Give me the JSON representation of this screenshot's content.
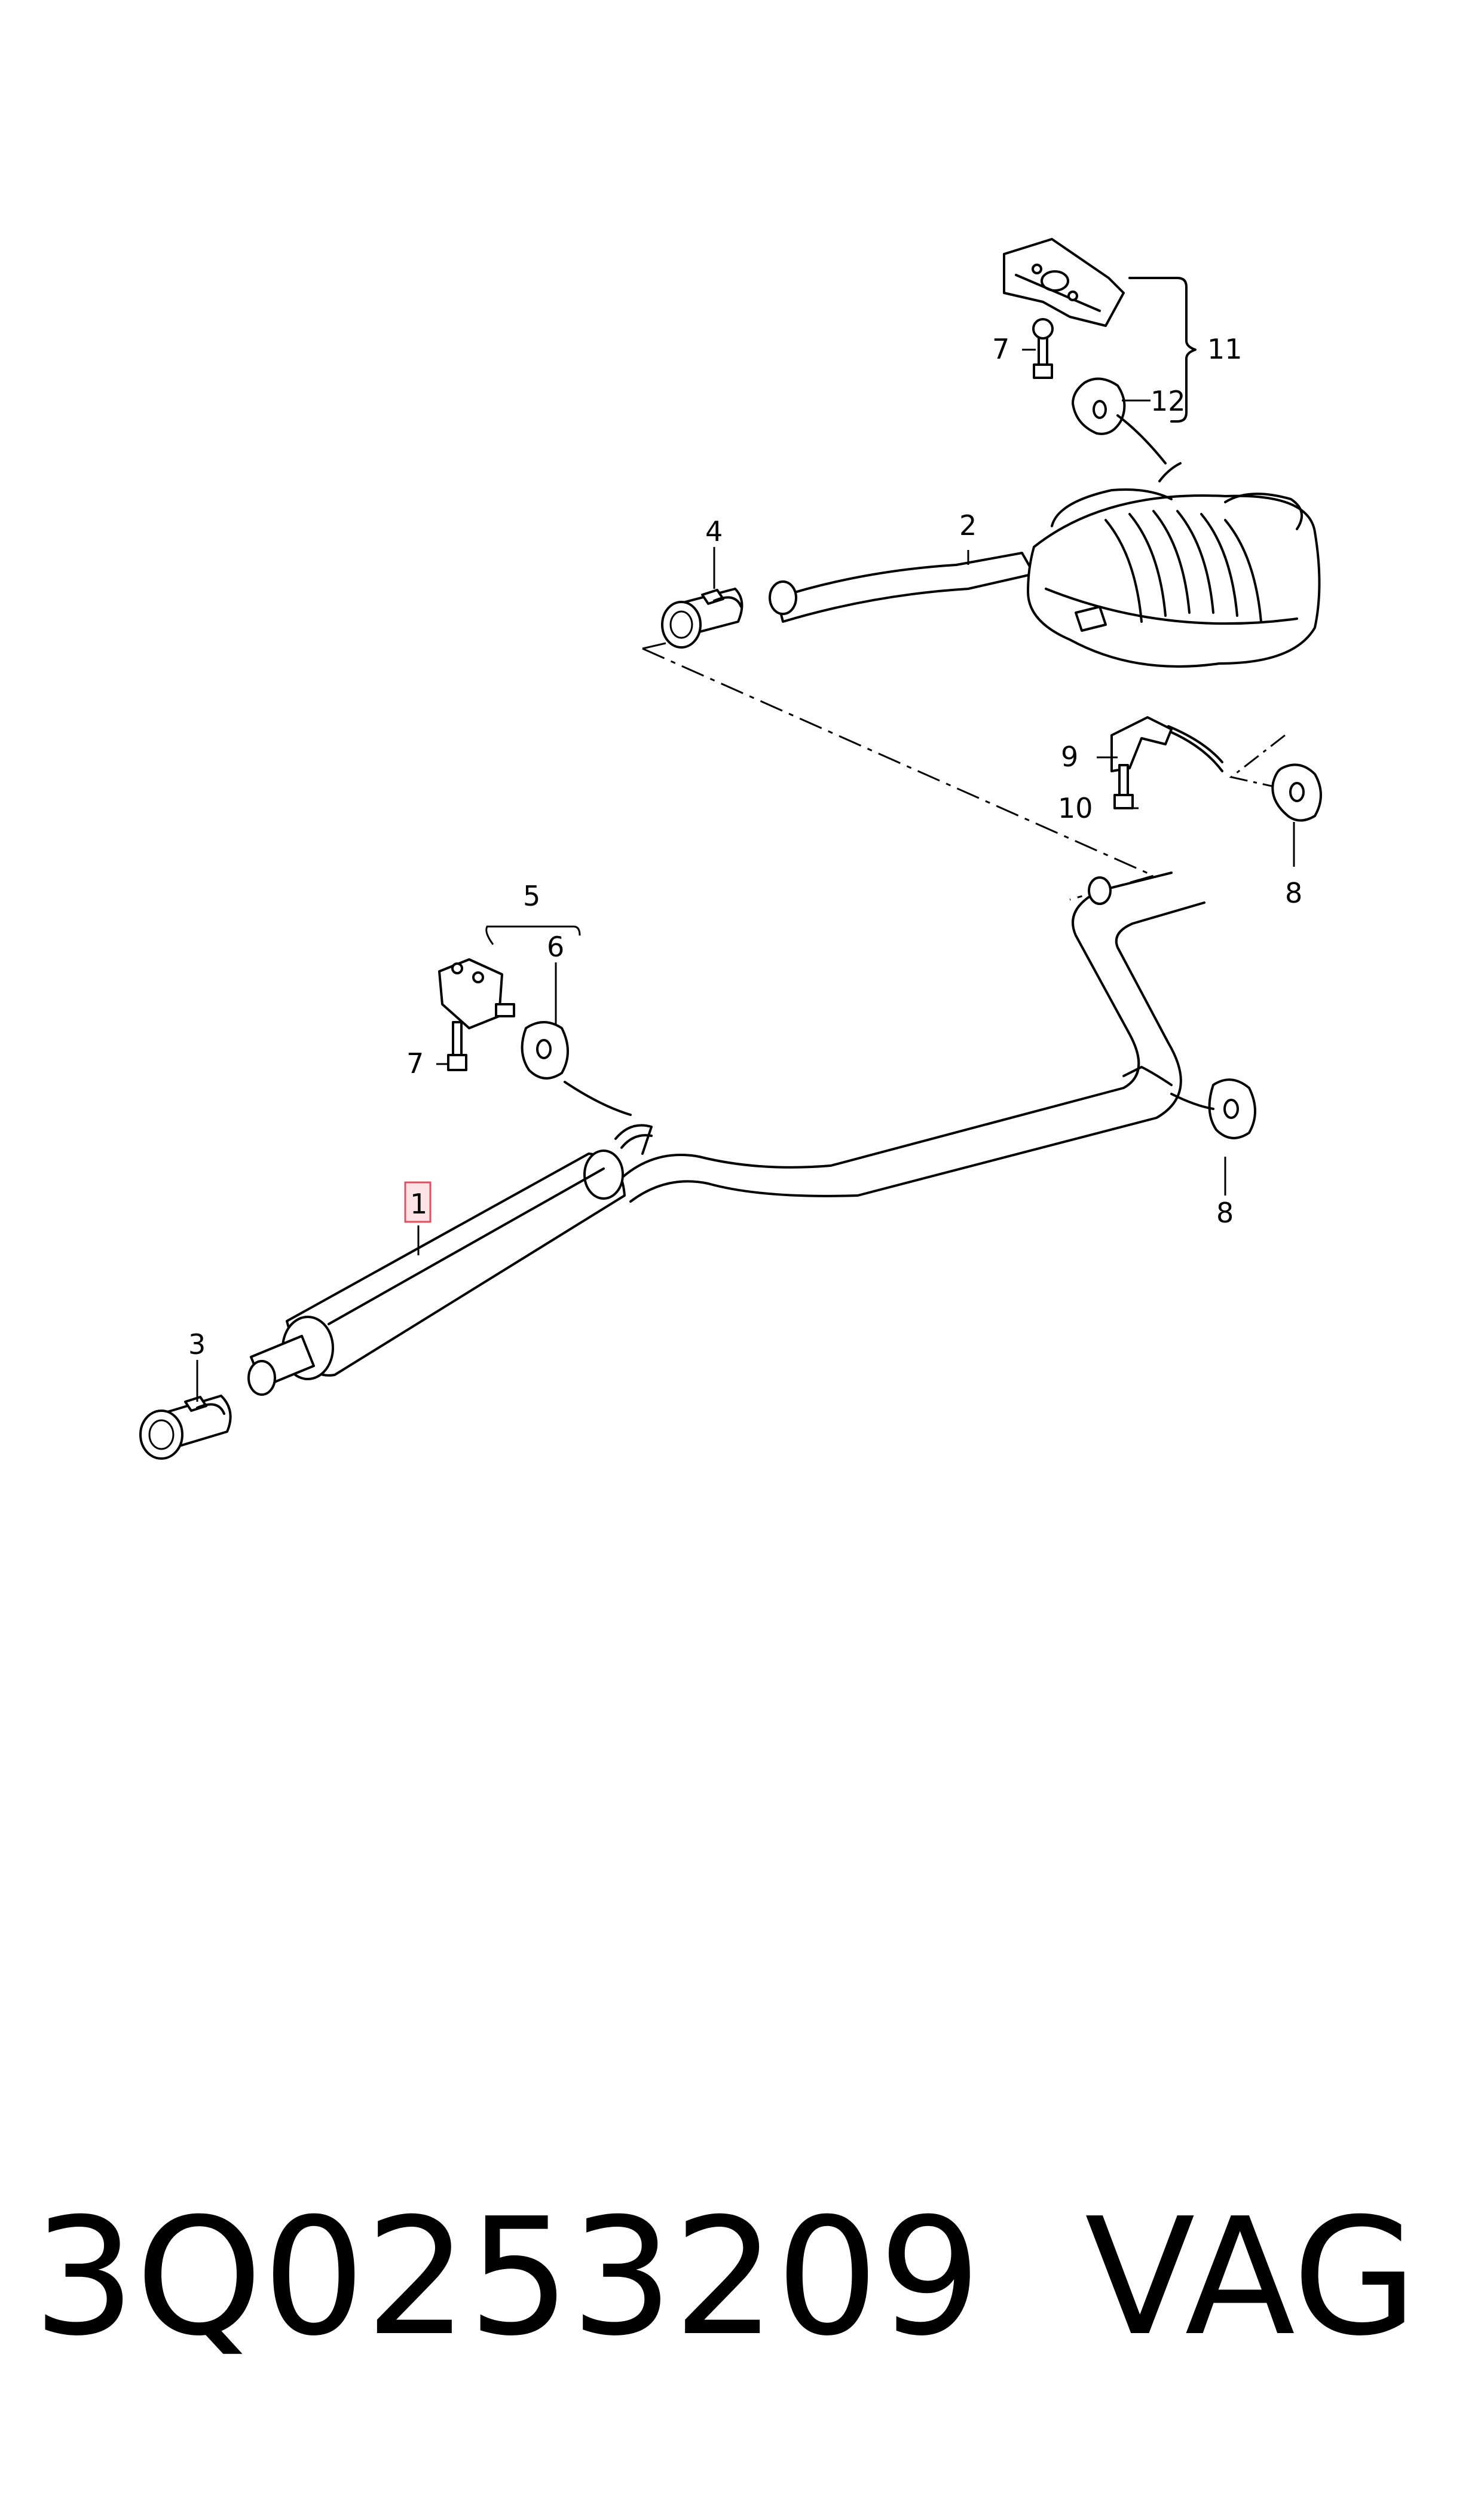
{
  "callouts": {
    "c1": "1",
    "c2": "2",
    "c3": "3",
    "c4": "4",
    "c5": "5",
    "c6": "6",
    "c7a": "7",
    "c7b": "7",
    "c8a": "8",
    "c8b": "8",
    "c9": "9",
    "c10": "10",
    "c11": "11",
    "c12": "12"
  },
  "highlight_color": "#e05060",
  "caption": {
    "part_number": "3Q0253209",
    "brand": "VAG"
  }
}
